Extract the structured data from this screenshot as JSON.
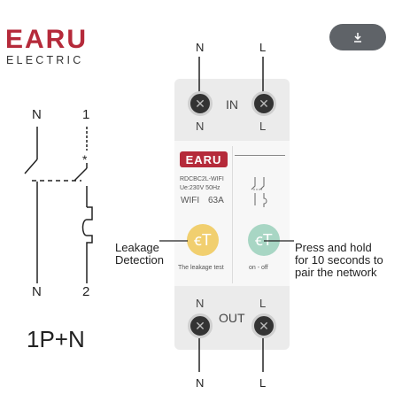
{
  "logo": {
    "brand": "EARU",
    "subtitle": "ELECTRIC"
  },
  "download_button": {
    "icon": "download-icon"
  },
  "diagram": {
    "top_left": "N",
    "top_right": "1",
    "star": "*",
    "bottom_left": "N",
    "bottom_right": "2",
    "caption": "1P+N"
  },
  "device": {
    "top_n": "N",
    "top_l": "L",
    "in_label": "IN",
    "in_n": "N",
    "in_l": "L",
    "badge": "EARU",
    "model": "RDCBC2L-WIFI",
    "voltage": "Ue:230V 50Hz",
    "wifi": "WIFI",
    "rating": "63A",
    "test_label": "The leakage test",
    "onoff_label": "on - off",
    "out_n": "N",
    "out_label": "OUT",
    "out_l": "L",
    "bottom_n": "N",
    "bottom_l": "L"
  },
  "annotations": {
    "leakage": [
      "Leakage",
      "Detection"
    ],
    "press": [
      "Press and hold",
      "for 10 seconds to",
      "pair the network"
    ]
  },
  "colors": {
    "brand": "#b52a3a",
    "test_button": "#f1cf6f",
    "pair_button": "#a8d6c4"
  }
}
